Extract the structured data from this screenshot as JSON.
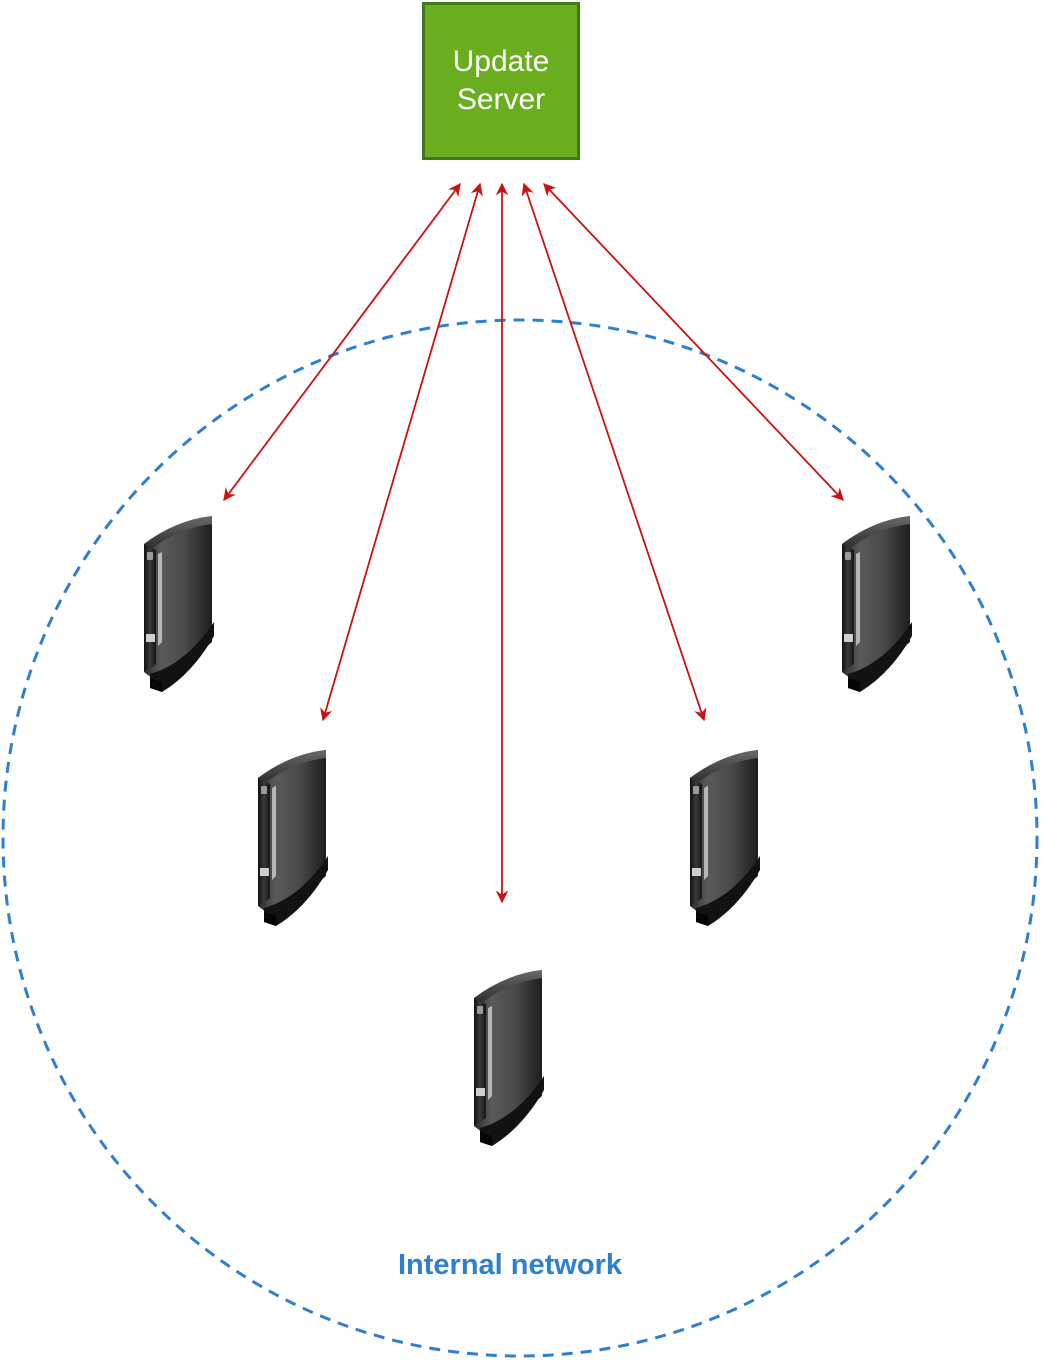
{
  "server": {
    "label": "Update\nServer"
  },
  "network": {
    "label": "Internal network"
  },
  "colors": {
    "server_fill": "#6aad1e",
    "server_border": "#3f7a14",
    "network_boundary": "#2f7fd0",
    "connection_arrow": "#cc1111",
    "device_body": "#3c3c3c"
  },
  "devices": [
    {
      "icon": "thin-client-icon"
    },
    {
      "icon": "thin-client-icon"
    },
    {
      "icon": "thin-client-icon"
    },
    {
      "icon": "thin-client-icon"
    },
    {
      "icon": "thin-client-icon"
    }
  ],
  "connections": [
    {
      "from": "update-server",
      "to": "device-1",
      "direction": "bidirectional"
    },
    {
      "from": "update-server",
      "to": "device-2",
      "direction": "bidirectional"
    },
    {
      "from": "update-server",
      "to": "device-3",
      "direction": "bidirectional"
    },
    {
      "from": "update-server",
      "to": "device-4",
      "direction": "bidirectional"
    },
    {
      "from": "update-server",
      "to": "device-5",
      "direction": "bidirectional"
    }
  ]
}
